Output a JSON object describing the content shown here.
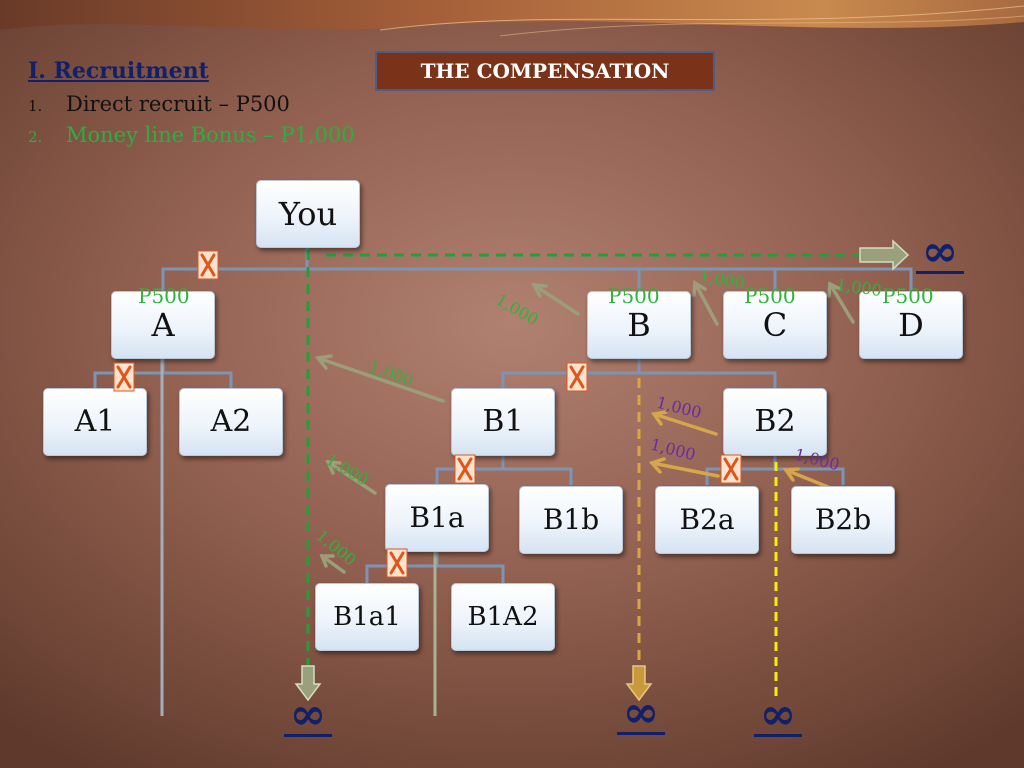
{
  "slide": {
    "heading": "I. Recruitment",
    "items": [
      {
        "num": "1.",
        "text": "Direct recruit – P500"
      },
      {
        "num": "2.",
        "text": "Money line Bonus – P1,000"
      }
    ],
    "title": "THE COMPENSATION"
  },
  "nodes": {
    "you": "You",
    "a": "A",
    "b": "B",
    "c": "C",
    "d": "D",
    "a1": "A1",
    "a2": "A2",
    "b1": "B1",
    "b2": "B2",
    "b1a": "B1a",
    "b1b": "B1b",
    "b2a": "B2a",
    "b2b": "B2b",
    "b1a1": "B1a1",
    "b1a2": "B1A2"
  },
  "payouts": {
    "a": "P500",
    "b": "P500",
    "c": "P500",
    "d": "P500"
  },
  "bonus_amount": "1,000",
  "infinity": "∞",
  "colors": {
    "title_bg": "#7a3318",
    "green_text": "#2db43a",
    "purple_text": "#6a2aa8",
    "dark_blue": "#10206a",
    "connector": "#7d95b5",
    "x_mark": "#e0561a"
  }
}
